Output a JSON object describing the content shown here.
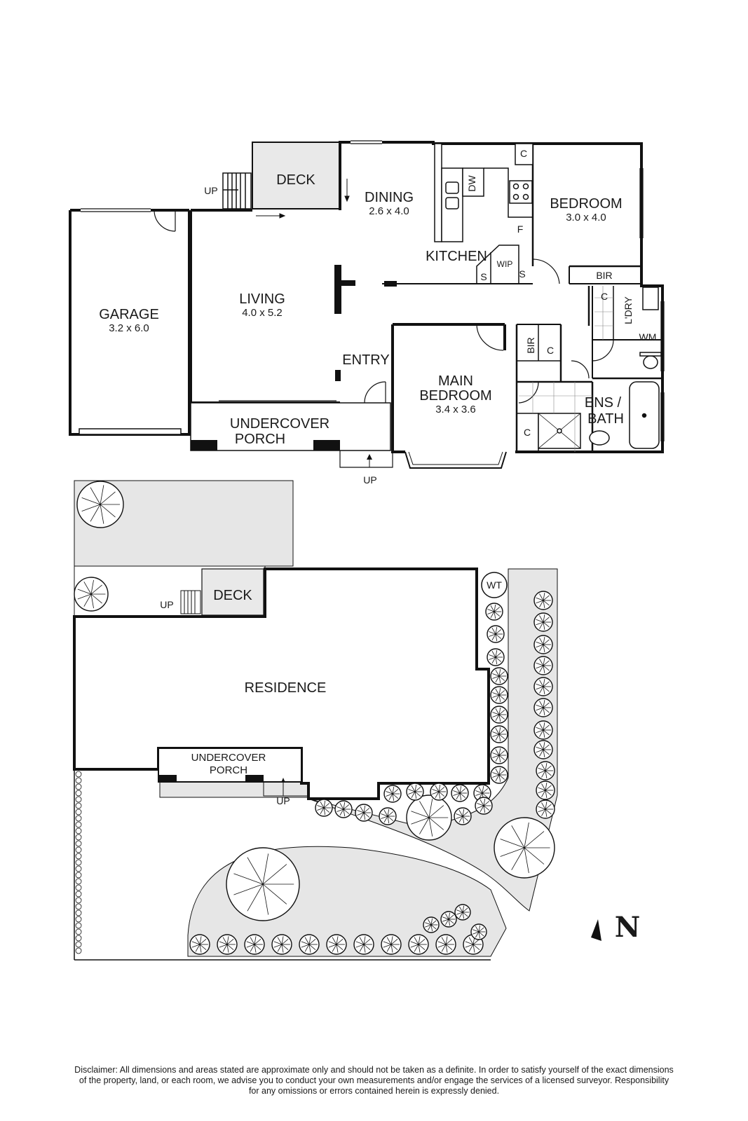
{
  "floor_plan": {
    "rooms": {
      "deck": {
        "name": "DECK"
      },
      "dining": {
        "name": "DINING",
        "dims": "2.6 x 4.0"
      },
      "kitchen": {
        "name": "KITCHEN"
      },
      "bedroom": {
        "name": "BEDROOM",
        "dims": "3.0 x 4.0"
      },
      "garage": {
        "name": "GARAGE",
        "dims": "3.2 x 6.0"
      },
      "living": {
        "name": "LIVING",
        "dims": "4.0 x 5.2"
      },
      "entry": {
        "name": "ENTRY"
      },
      "main_bedroom": {
        "name_line1": "MAIN",
        "name_line2": "BEDROOM",
        "dims": "3.4 x 3.6"
      },
      "ensuite": {
        "name_line1": "ENS /",
        "name_line2": "BATH"
      },
      "laundry": {
        "name": "L'DRY"
      },
      "porch": {
        "name_line1": "UNDERCOVER",
        "name_line2": "PORCH"
      }
    },
    "fixtures": {
      "up_deck": "UP",
      "up_porch": "UP",
      "dw": "DW",
      "fridge": "F",
      "wip": "WIP",
      "s1": "S",
      "s2": "S",
      "c_kitchen": "C",
      "c_laundry": "C",
      "c_main": "C",
      "c_ens": "C",
      "bir_bed": "BIR",
      "bir_main": "BIR",
      "wm": "WM"
    }
  },
  "site_plan": {
    "deck": "DECK",
    "up_deck": "UP",
    "residence": "RESIDENCE",
    "porch_line1": "UNDERCOVER",
    "porch_line2": "PORCH",
    "up_porch": "UP",
    "wt": "WT"
  },
  "compass": {
    "label": "N"
  },
  "disclaimer": {
    "line1": "Disclaimer: All dimensions and areas stated are approximate only and should not be taken as a definite. In order to satisfy yourself of the exact dimensions",
    "line2": "of the property, land, or each room, we advise you to conduct your own measurements and/or engage the services of a licensed surveyor. Responsibility",
    "line3": "for any omissions or errors contained herein is expressly denied."
  }
}
